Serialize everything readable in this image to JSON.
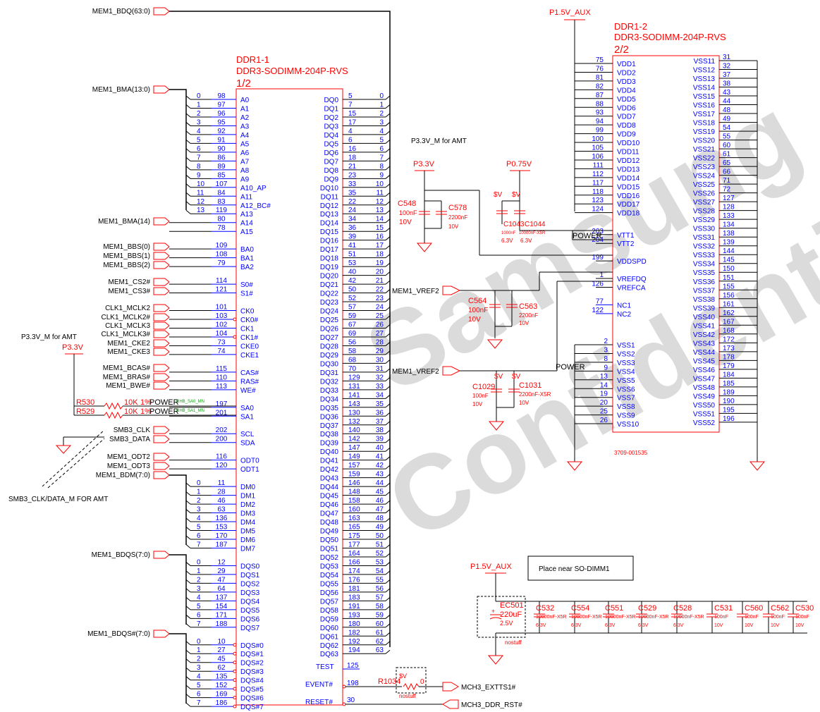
{
  "parts": {
    "ddr1_1": {
      "ref": "DDR1-1",
      "value": "DDR3-SODIMM-204P-RVS",
      "section": "1/2"
    },
    "ddr1_2": {
      "ref": "DDR1-2",
      "value": "DDR3-SODIMM-204P-RVS",
      "section": "2/2",
      "part_number": "3709-001535"
    }
  },
  "watermark": {
    "line1": "Samsung",
    "line2": "Confidential"
  },
  "colors": {
    "wire": "#000000",
    "pin": "#0000ff",
    "ref": "#ff0000",
    "netinfo": "#00aa00"
  },
  "left_pins": [
    {
      "sig": "A0",
      "num": "98",
      "bus": "0"
    },
    {
      "sig": "A1",
      "num": "97",
      "bus": "1"
    },
    {
      "sig": "A2",
      "num": "96",
      "bus": "2"
    },
    {
      "sig": "A3",
      "num": "95",
      "bus": "3"
    },
    {
      "sig": "A4",
      "num": "92",
      "bus": "4"
    },
    {
      "sig": "A5",
      "num": "91",
      "bus": "5"
    },
    {
      "sig": "A6",
      "num": "90",
      "bus": "6"
    },
    {
      "sig": "A7",
      "num": "86",
      "bus": "7"
    },
    {
      "sig": "A8",
      "num": "89",
      "bus": "8"
    },
    {
      "sig": "A9",
      "num": "85",
      "bus": "9"
    },
    {
      "sig": "A10_AP",
      "num": "107",
      "bus": "10"
    },
    {
      "sig": "A11",
      "num": "84",
      "bus": "11"
    },
    {
      "sig": "A12_BC#",
      "num": "83",
      "bus": "12"
    },
    {
      "sig": "A13",
      "num": "119",
      "bus": "13"
    },
    {
      "sig": "A14",
      "num": "80",
      "bus": ""
    },
    {
      "sig": "A15",
      "num": "78",
      "bus": ""
    },
    {
      "sig": "",
      "num": "",
      "bus": ""
    },
    {
      "sig": "BA0",
      "num": "109",
      "bus": ""
    },
    {
      "sig": "BA1",
      "num": "108",
      "bus": ""
    },
    {
      "sig": "BA2",
      "num": "79",
      "bus": ""
    },
    {
      "sig": "",
      "num": "",
      "bus": ""
    },
    {
      "sig": "S0#",
      "num": "114",
      "bus": ""
    },
    {
      "sig": "S1#",
      "num": "121",
      "bus": ""
    },
    {
      "sig": "",
      "num": "",
      "bus": ""
    },
    {
      "sig": "CK0",
      "num": "101",
      "bus": ""
    },
    {
      "sig": "CK0#",
      "num": "103",
      "bus": ""
    },
    {
      "sig": "CK1",
      "num": "102",
      "bus": ""
    },
    {
      "sig": "CK1#",
      "num": "104",
      "bus": ""
    },
    {
      "sig": "CKE0",
      "num": "73",
      "bus": ""
    },
    {
      "sig": "CKE1",
      "num": "74",
      "bus": ""
    },
    {
      "sig": "",
      "num": "",
      "bus": ""
    },
    {
      "sig": "CAS#",
      "num": "115",
      "bus": ""
    },
    {
      "sig": "RAS#",
      "num": "110",
      "bus": ""
    },
    {
      "sig": "WE#",
      "num": "113",
      "bus": ""
    },
    {
      "sig": "",
      "num": "",
      "bus": ""
    },
    {
      "sig": "SA0",
      "num": "197",
      "bus": ""
    },
    {
      "sig": "SA1",
      "num": "201",
      "bus": ""
    },
    {
      "sig": "",
      "num": "",
      "bus": ""
    },
    {
      "sig": "SCL",
      "num": "202",
      "bus": ""
    },
    {
      "sig": "SDA",
      "num": "200",
      "bus": ""
    },
    {
      "sig": "",
      "num": "",
      "bus": ""
    },
    {
      "sig": "ODT0",
      "num": "116",
      "bus": ""
    },
    {
      "sig": "ODT1",
      "num": "120",
      "bus": ""
    },
    {
      "sig": "",
      "num": "",
      "bus": ""
    },
    {
      "sig": "DM0",
      "num": "11",
      "bus": "0"
    },
    {
      "sig": "DM1",
      "num": "28",
      "bus": "1"
    },
    {
      "sig": "DM2",
      "num": "46",
      "bus": "2"
    },
    {
      "sig": "DM3",
      "num": "63",
      "bus": "3"
    },
    {
      "sig": "DM4",
      "num": "136",
      "bus": "4"
    },
    {
      "sig": "DM5",
      "num": "153",
      "bus": "5"
    },
    {
      "sig": "DM6",
      "num": "170",
      "bus": "6"
    },
    {
      "sig": "DM7",
      "num": "187",
      "bus": "7"
    },
    {
      "sig": "",
      "num": "",
      "bus": ""
    },
    {
      "sig": "DQS0",
      "num": "12",
      "bus": "0"
    },
    {
      "sig": "DQS1",
      "num": "29",
      "bus": "1"
    },
    {
      "sig": "DQS2",
      "num": "47",
      "bus": "2"
    },
    {
      "sig": "DQS3",
      "num": "64",
      "bus": "3"
    },
    {
      "sig": "DQS4",
      "num": "137",
      "bus": "4"
    },
    {
      "sig": "DQS5",
      "num": "154",
      "bus": "5"
    },
    {
      "sig": "DQS6",
      "num": "171",
      "bus": "6"
    },
    {
      "sig": "DQS7",
      "num": "188",
      "bus": "7"
    },
    {
      "sig": "",
      "num": "",
      "bus": ""
    },
    {
      "sig": "DQS#0",
      "num": "10",
      "bus": "0"
    },
    {
      "sig": "DQS#1",
      "num": "27",
      "bus": "1"
    },
    {
      "sig": "DQS#2",
      "num": "45",
      "bus": "2"
    },
    {
      "sig": "DQS#3",
      "num": "62",
      "bus": "3"
    },
    {
      "sig": "DQS#4",
      "num": "135",
      "bus": "4"
    },
    {
      "sig": "DQS#5",
      "num": "152",
      "bus": "5"
    },
    {
      "sig": "DQS#6",
      "num": "169",
      "bus": "6"
    },
    {
      "sig": "DQS#7",
      "num": "186",
      "bus": "7"
    }
  ],
  "dq_pins": [
    "5",
    "7",
    "15",
    "17",
    "4",
    "6",
    "16",
    "18",
    "21",
    "23",
    "33",
    "35",
    "22",
    "24",
    "34",
    "36",
    "39",
    "41",
    "51",
    "53",
    "40",
    "42",
    "50",
    "52",
    "57",
    "59",
    "67",
    "69",
    "56",
    "58",
    "68",
    "70",
    "129",
    "131",
    "141",
    "143",
    "130",
    "132",
    "140",
    "142",
    "147",
    "149",
    "157",
    "159",
    "146",
    "148",
    "158",
    "160",
    "163",
    "165",
    "175",
    "177",
    "164",
    "166",
    "174",
    "176",
    "181",
    "183",
    "191",
    "193",
    "180",
    "182",
    "192",
    "194"
  ],
  "left_nets": [
    {
      "text": "MEM1_BDQ(63:0)"
    },
    {
      "text": "MEM1_BMA(13:0)"
    },
    {
      "text": "MEM1_BMA(14)"
    },
    {
      "text": "MEM1_BBS(0)"
    },
    {
      "text": "MEM1_BBS(1)"
    },
    {
      "text": "MEM1_BBS(2)"
    },
    {
      "text": "MEM1_CS2#"
    },
    {
      "text": "MEM1_CS3#"
    },
    {
      "text": "CLK1_MCLK2"
    },
    {
      "text": "CLK1_MCLK2#"
    },
    {
      "text": "CLK1_MCLK3"
    },
    {
      "text": "CLK1_MCLK3#"
    },
    {
      "text": "MEM1_CKE2"
    },
    {
      "text": "MEM1_CKE3"
    },
    {
      "text": "MEM1_BCAS#"
    },
    {
      "text": "MEM1_BRAS#"
    },
    {
      "text": "MEM1_BWE#"
    },
    {
      "text": "SMB3_CLK"
    },
    {
      "text": "SMB3_DATA"
    },
    {
      "text": "MEM1_ODT2"
    },
    {
      "text": "MEM1_ODT3"
    },
    {
      "text": "MEM1_BDM(7:0)"
    },
    {
      "text": "MEM1_BDQS(7:0)"
    },
    {
      "text": "MEM1_BDQS#(7:0)"
    }
  ],
  "misc_pins": [
    {
      "sig": "TEST",
      "num": "125"
    },
    {
      "sig": "EVENT#",
      "num": "198"
    },
    {
      "sig": "RESET#",
      "num": "30"
    }
  ],
  "right_nets": {
    "exttts": "MCH3_EXTTS1#",
    "ddr_rst": "MCH3_DDR_RST#",
    "vref": "MEM1_VREF2"
  },
  "power": {
    "p15aux": "P1.5V_AUX",
    "p33": "P3.3V",
    "p075": "P0.75V",
    "p33_amt": "P3.3V_M for AMT",
    "power_label": "POWER",
    "v_label": "$V"
  },
  "notes": {
    "smb_amt": "SMB3_CLK/DATA_M  FOR AMT",
    "place_near": "Place near SO-DIMM1",
    "nostuff": "nostuff",
    "chb_sa0": "CHB_SA0_MN",
    "chb_sa1": "CHB_SA1_MN"
  },
  "resistors": [
    {
      "ref": "R530",
      "value": "10K",
      "tol": "1%"
    },
    {
      "ref": "R529",
      "value": "10K",
      "tol": "1%"
    },
    {
      "ref": "R1034",
      "value": "0"
    }
  ],
  "caps": {
    "C548": {
      "ref": "C548",
      "value": "100nF",
      "volt": "10V"
    },
    "C578": {
      "ref": "C578",
      "value": "2200nF",
      "volt": "10V"
    },
    "C1043": {
      "ref": "C1043",
      "value": "1000nF",
      "volt": "6.3V"
    },
    "C1044": {
      "ref": "C1044",
      "value": "10000nF-X5R",
      "volt": "6.3V"
    },
    "C564": {
      "ref": "C564",
      "value": "100nF",
      "volt": "10V"
    },
    "C563": {
      "ref": "C563",
      "value": "2200nF",
      "volt": "10V"
    },
    "C1029": {
      "ref": "C1029",
      "value": "100nF",
      "volt": "10V"
    },
    "C1031": {
      "ref": "C1031",
      "value": "2200nF-X5R",
      "volt": "10V"
    },
    "EC501": {
      "ref": "EC501",
      "value": "220uF",
      "volt": "2.5V"
    },
    "bank": [
      {
        "ref": "C532",
        "value": "10000nF-X5R",
        "volt": "6.3V"
      },
      {
        "ref": "C554",
        "value": "10000nF-X5R",
        "volt": "6.3V"
      },
      {
        "ref": "C551",
        "value": "10000nF-X5R",
        "volt": "6.3V"
      },
      {
        "ref": "C529",
        "value": "10000nF-X5R",
        "volt": "6.3V"
      },
      {
        "ref": "C528",
        "value": "10000nF-X5R",
        "volt": "6.3V"
      },
      {
        "ref": "C531",
        "value": "100nF",
        "volt": "10V"
      },
      {
        "ref": "C560",
        "value": "100nF",
        "volt": "10V"
      },
      {
        "ref": "C562",
        "value": "100nF",
        "volt": "10V"
      },
      {
        "ref": "C530",
        "value": "100nF",
        "volt": "10V"
      }
    ]
  },
  "vdd_pins": [
    {
      "sig": "VDD1",
      "num": "75"
    },
    {
      "sig": "VDD2",
      "num": "76"
    },
    {
      "sig": "VDD3",
      "num": "81"
    },
    {
      "sig": "VDD4",
      "num": "82"
    },
    {
      "sig": "VDD5",
      "num": "87"
    },
    {
      "sig": "VDD6",
      "num": "88"
    },
    {
      "sig": "VDD7",
      "num": "93"
    },
    {
      "sig": "VDD8",
      "num": "94"
    },
    {
      "sig": "VDD9",
      "num": "99"
    },
    {
      "sig": "VDD10",
      "num": "100"
    },
    {
      "sig": "VDD11",
      "num": "105"
    },
    {
      "sig": "VDD12",
      "num": "106"
    },
    {
      "sig": "VDD13",
      "num": "111"
    },
    {
      "sig": "VDD14",
      "num": "112"
    },
    {
      "sig": "VDD15",
      "num": "117"
    },
    {
      "sig": "VDD16",
      "num": "118"
    },
    {
      "sig": "VDD17",
      "num": "123"
    },
    {
      "sig": "VDD18",
      "num": "124"
    }
  ],
  "mid_pins": [
    {
      "sig": "VTT1",
      "num": "203",
      "row": 19.5
    },
    {
      "sig": "VTT2",
      "num": "204",
      "row": 20.5
    },
    {
      "sig": "VDDSPD",
      "num": "199",
      "row": 22.5
    },
    {
      "sig": "VREFDQ",
      "num": "1",
      "row": 24.5
    },
    {
      "sig": "VREFCA",
      "num": "126",
      "row": 25.5
    },
    {
      "sig": "NC1",
      "num": "77",
      "row": 27.5
    },
    {
      "sig": "NC2",
      "num": "122",
      "row": 28.5
    }
  ],
  "vssl_pins": [
    {
      "sig": "VSS1",
      "num": "2"
    },
    {
      "sig": "VSS2",
      "num": "3"
    },
    {
      "sig": "VSS3",
      "num": "8"
    },
    {
      "sig": "VSS4",
      "num": "9"
    },
    {
      "sig": "VSS5",
      "num": "13"
    },
    {
      "sig": "VSS6",
      "num": "14"
    },
    {
      "sig": "VSS7",
      "num": "19"
    },
    {
      "sig": "VSS8",
      "num": "20"
    },
    {
      "sig": "VSS9",
      "num": "25"
    },
    {
      "sig": "VSS10",
      "num": "26"
    }
  ],
  "vssr_pins": [
    {
      "sig": "VSS11",
      "num": "31"
    },
    {
      "sig": "VSS12",
      "num": "32"
    },
    {
      "sig": "VSS13",
      "num": "37"
    },
    {
      "sig": "VSS14",
      "num": "38"
    },
    {
      "sig": "VSS15",
      "num": "43"
    },
    {
      "sig": "VSS16",
      "num": "44"
    },
    {
      "sig": "VSS17",
      "num": "48"
    },
    {
      "sig": "VSS18",
      "num": "49"
    },
    {
      "sig": "VSS19",
      "num": "54"
    },
    {
      "sig": "VSS20",
      "num": "55"
    },
    {
      "sig": "VSS21",
      "num": "60"
    },
    {
      "sig": "VSS22",
      "num": "61"
    },
    {
      "sig": "VSS23",
      "num": "65"
    },
    {
      "sig": "VSS24",
      "num": "66"
    },
    {
      "sig": "VSS25",
      "num": "71"
    },
    {
      "sig": "VSS26",
      "num": "72"
    },
    {
      "sig": "VSS27",
      "num": "127"
    },
    {
      "sig": "VSS28",
      "num": "128"
    },
    {
      "sig": "VSS29",
      "num": "133"
    },
    {
      "sig": "VSS30",
      "num": "134"
    },
    {
      "sig": "VSS31",
      "num": "138"
    },
    {
      "sig": "VSS32",
      "num": "139"
    },
    {
      "sig": "VSS33",
      "num": "144"
    },
    {
      "sig": "VSS34",
      "num": "145"
    },
    {
      "sig": "VSS35",
      "num": "150"
    },
    {
      "sig": "VSS36",
      "num": "151"
    },
    {
      "sig": "VSS37",
      "num": "155"
    },
    {
      "sig": "VSS38",
      "num": "156"
    },
    {
      "sig": "VSS39",
      "num": "161"
    },
    {
      "sig": "VSS40",
      "num": "162"
    },
    {
      "sig": "VSS41",
      "num": "167"
    },
    {
      "sig": "VSS42",
      "num": "168"
    },
    {
      "sig": "VSS43",
      "num": "172"
    },
    {
      "sig": "VSS44",
      "num": "173"
    },
    {
      "sig": "VSS45",
      "num": "178"
    },
    {
      "sig": "VSS46",
      "num": "179"
    },
    {
      "sig": "VSS47",
      "num": "184"
    },
    {
      "sig": "VSS48",
      "num": "185"
    },
    {
      "sig": "VSS49",
      "num": "189"
    },
    {
      "sig": "VSS50",
      "num": "190"
    },
    {
      "sig": "VSS51",
      "num": "195"
    },
    {
      "sig": "VSS52",
      "num": "196"
    }
  ]
}
